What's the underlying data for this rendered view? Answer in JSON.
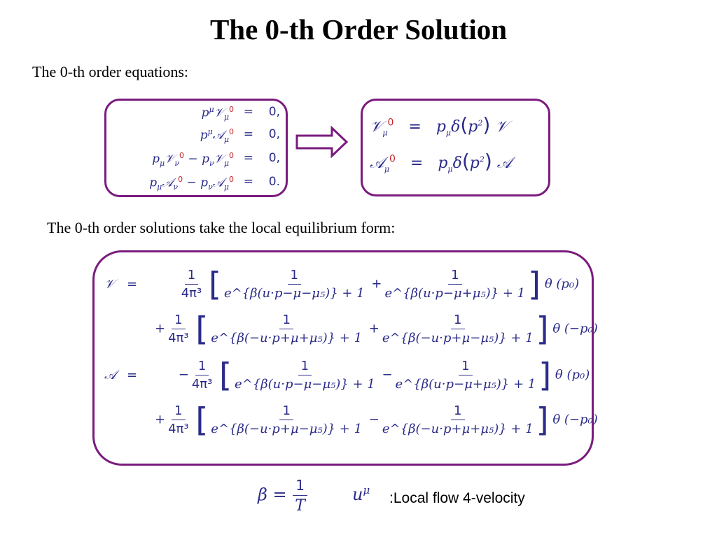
{
  "title": "The 0-th  Order Solution",
  "intro_equations": "The 0-th order equations:",
  "intro_solutions": "The 0-th order solutions take the local equilibrium form:",
  "equations_left": {
    "r1_lhs": "p",
    "r2_lhs": "p",
    "r3_a": "p",
    "r3_b": "p",
    "r4_a": "p",
    "r4_b": "p",
    "rhs_1": "0,",
    "rhs_2": "0,",
    "rhs_3": "0,",
    "rhs_4": "0."
  },
  "equations_right": {
    "V_sym": "𝒱",
    "A_sym": "𝒜",
    "rhs_V": "𝒱",
    "rhs_A": "𝒜"
  },
  "solutions": {
    "V_label": "𝒱",
    "A_label": "𝒜",
    "eq": "=",
    "prefactor_num": "1",
    "prefactor_den": "4π³",
    "num": "1",
    "den_V1a": "e^{β(u·p−μ−μ₅)} + 1",
    "den_V1b": "e^{β(u·p−μ+μ₅)} + 1",
    "den_V2a": "e^{β(−u·p+μ+μ₅)} + 1",
    "den_V2b": "e^{β(−u·p+μ−μ₅)} + 1",
    "den_A1a": "e^{β(u·p−μ−μ₅)} + 1",
    "den_A1b": "e^{β(u·p−μ+μ₅)} + 1",
    "den_A2a": "e^{β(−u·p+μ−μ₅)} + 1",
    "den_A2b": "e^{β(−u·p+μ+μ₅)} + 1",
    "theta_pos": "θ (p₀)",
    "theta_neg": "θ (−p₀)"
  },
  "footer": {
    "beta_lhs": "β =",
    "beta_num": "1",
    "beta_den": "T",
    "u_sym": "u",
    "u_sup": "μ",
    "flow_label": ":Local flow 4-velocity"
  },
  "colors": {
    "frame": "#7a1b7e",
    "math": "#2b2b8a",
    "accent": "#c0262b"
  }
}
